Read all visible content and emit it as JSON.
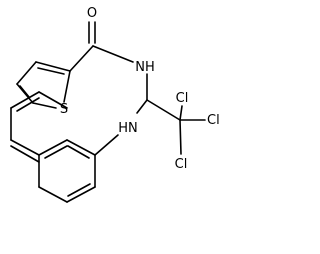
{
  "molecule": {
    "atoms": {
      "o": "O",
      "s": "S",
      "nh_amide": "NH",
      "nh_amine": "HN",
      "cl_1": "Cl",
      "cl_2": "Cl",
      "cl_3": "Cl"
    },
    "colors": {
      "ink": "#000000",
      "background": "#ffffff"
    }
  }
}
